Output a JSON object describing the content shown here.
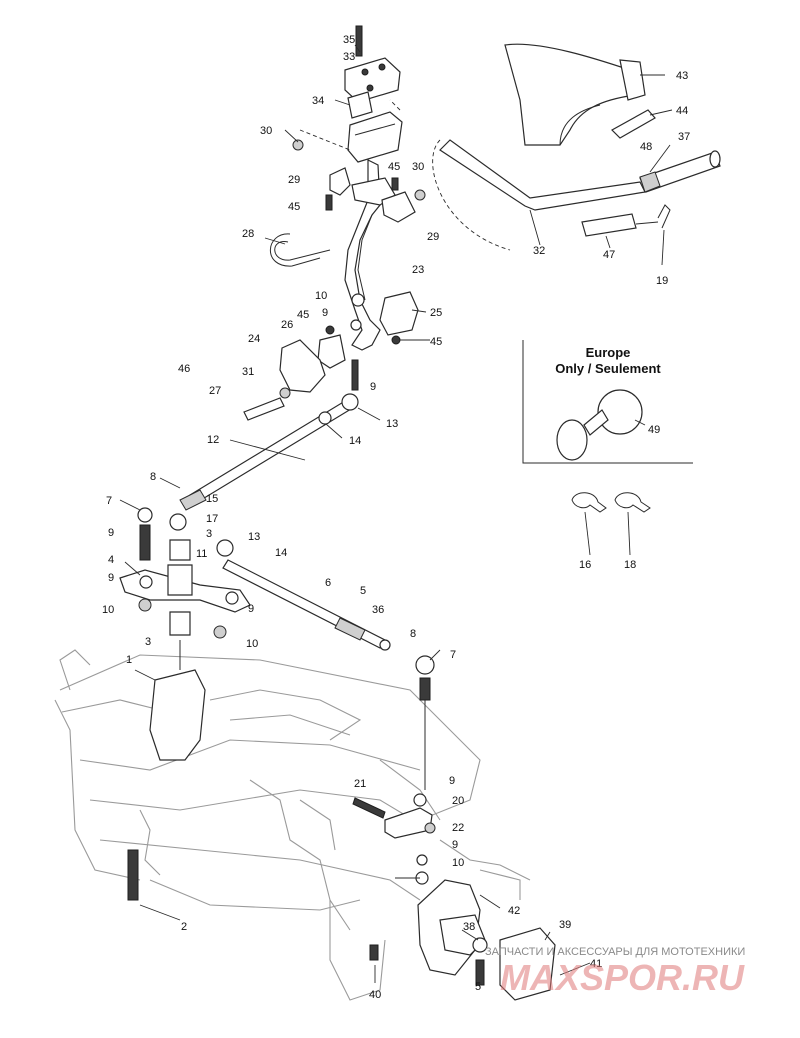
{
  "europe_box": {
    "line1": "Europe",
    "line2": "Only / Seulement"
  },
  "callouts": [
    "35",
    "33",
    "34",
    "30",
    "29",
    "45",
    "30",
    "45",
    "29",
    "28",
    "23",
    "10",
    "9",
    "25",
    "45",
    "26",
    "24",
    "45",
    "46",
    "31",
    "27",
    "9",
    "13",
    "14",
    "12",
    "8",
    "7",
    "15",
    "9",
    "17",
    "3",
    "13",
    "11",
    "14",
    "4",
    "9",
    "6",
    "5",
    "36",
    "9",
    "10",
    "3",
    "10",
    "8",
    "7",
    "1",
    "9",
    "21",
    "20",
    "22",
    "9",
    "10",
    "42",
    "2",
    "38",
    "39",
    "41",
    "40",
    "5",
    "43",
    "44",
    "37",
    "48",
    "32",
    "47",
    "19",
    "49",
    "16",
    "18"
  ],
  "watermark": {
    "caption": "ЗАПЧАСТИ И АКСЕССУАРЫ ДЛЯ МОТОТЕХНИКИ",
    "logo": "MAXSPOR.RU"
  }
}
